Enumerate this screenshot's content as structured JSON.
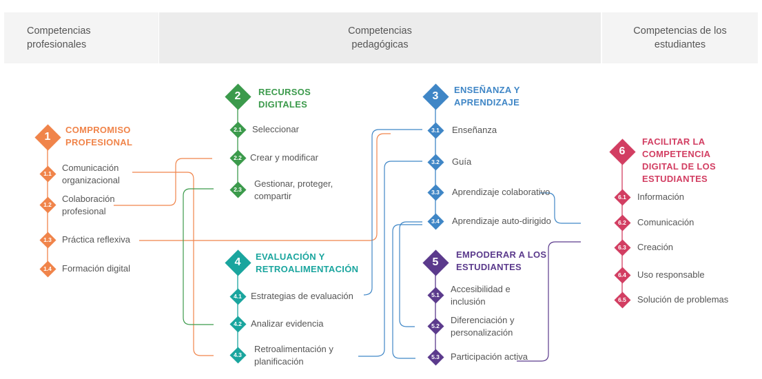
{
  "headers": [
    "Competencias profesionales",
    "Competencias pedagógicas",
    "Competencias de los estudiantes"
  ],
  "colors": {
    "g1": "#f0844a",
    "g2": "#3b9a4b",
    "g3": "#3f86c6",
    "g4": "#1aa59e",
    "g5": "#5b3a8c",
    "g6": "#d23e62",
    "connector_blue": "#3f86c6"
  },
  "groups": [
    {
      "number": "1",
      "title": "COMPROMISO PROFESIONAL",
      "items": [
        {
          "num": "1.1",
          "label": "Comunicación organizacional"
        },
        {
          "num": "1.2",
          "label": "Colaboración profesional"
        },
        {
          "num": "1.3",
          "label": "Práctica reflexiva"
        },
        {
          "num": "1.4",
          "label": "Formación digital"
        }
      ]
    },
    {
      "number": "2",
      "title": "RECURSOS DIGITALES",
      "items": [
        {
          "num": "2.1",
          "label": "Seleccionar"
        },
        {
          "num": "2.2",
          "label": "Crear y modificar"
        },
        {
          "num": "2.3",
          "label": "Gestionar, proteger, compartir"
        }
      ]
    },
    {
      "number": "3",
      "title": "ENSEÑANZA Y APRENDIZAJE",
      "items": [
        {
          "num": "3.1",
          "label": "Enseñanza"
        },
        {
          "num": "3.2",
          "label": "Guía"
        },
        {
          "num": "3.3",
          "label": "Aprendizaje colaborativo"
        },
        {
          "num": "3.4",
          "label": "Aprendizaje auto-dirigido"
        }
      ]
    },
    {
      "number": "4",
      "title": "EVALUACIÓN Y RETROALIMENTACIÓN",
      "items": [
        {
          "num": "4.1",
          "label": "Estrategias de evaluación"
        },
        {
          "num": "4.2",
          "label": "Analizar evidencia"
        },
        {
          "num": "4.3",
          "label": "Retroalimentación y planificación"
        }
      ]
    },
    {
      "number": "5",
      "title": "EMPODERAR A LOS ESTUDIANTES",
      "items": [
        {
          "num": "5.1",
          "label": "Accesibilidad e inclusión"
        },
        {
          "num": "5.2",
          "label": "Diferenciación y personalización"
        },
        {
          "num": "5.3",
          "label": "Participación activa"
        }
      ]
    },
    {
      "number": "6",
      "title": "FACILITAR LA COMPETENCIA DIGITAL DE LOS ESTUDIANTES",
      "items": [
        {
          "num": "6.1",
          "label": "Información"
        },
        {
          "num": "6.2",
          "label": "Comunicación"
        },
        {
          "num": "6.3",
          "label": "Creación"
        },
        {
          "num": "6.4",
          "label": "Uso responsable"
        },
        {
          "num": "6.5",
          "label": "Solución de problemas"
        }
      ]
    }
  ]
}
